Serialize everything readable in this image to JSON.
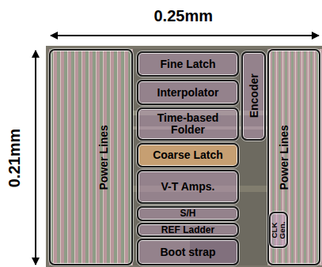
{
  "diagram": {
    "nodes": [
      {
        "text": [
          "Power Lines"
        ]
      },
      {
        "text": [
          "Fine Latch"
        ]
      },
      {
        "text": [
          "Interpolator"
        ]
      },
      {
        "text": [
          "Time-based Folder"
        ]
      },
      {
        "text": [
          "Coarse Latch"
        ]
      },
      {
        "text": [
          "V-T Amps."
        ]
      },
      {
        "text": [
          "S/H"
        ]
      },
      {
        "text": [
          "REF Ladder"
        ]
      },
      {
        "text": [
          "Boot strap"
        ]
      },
      {
        "text": [
          "Encoder"
        ]
      },
      {
        "text": [
          "Power Lines"
        ]
      },
      {
        "text": [
          "CLK Gen."
        ],
        "in": 10
      }
    ],
    "labels": [
      "0.25mm",
      "0.21mm"
    ]
  }
}
